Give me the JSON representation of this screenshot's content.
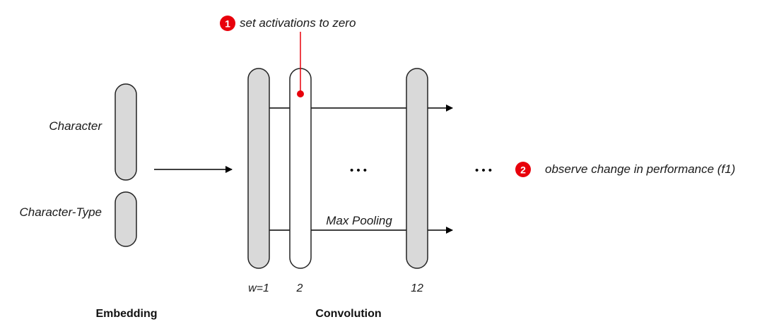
{
  "embedding_inputs": {
    "character": "Character",
    "character_type": "Character-Type"
  },
  "stage_labels": {
    "embedding": "Embedding",
    "convolution": "Convolution"
  },
  "filter_widths": {
    "first": "w=1",
    "second": "2",
    "last": "12"
  },
  "ellipsis": "• • •",
  "pooling_label": "Max Pooling",
  "steps": [
    {
      "number": "1",
      "text": "set activations to zero"
    },
    {
      "number": "2",
      "text": "observe change in performance (f1)"
    }
  ],
  "colors": {
    "block_fill": "#d9d9d9",
    "block_stroke": "#222222",
    "highlight_block_fill": "#ffffff",
    "accent": "#e8000b",
    "line": "#000000"
  }
}
